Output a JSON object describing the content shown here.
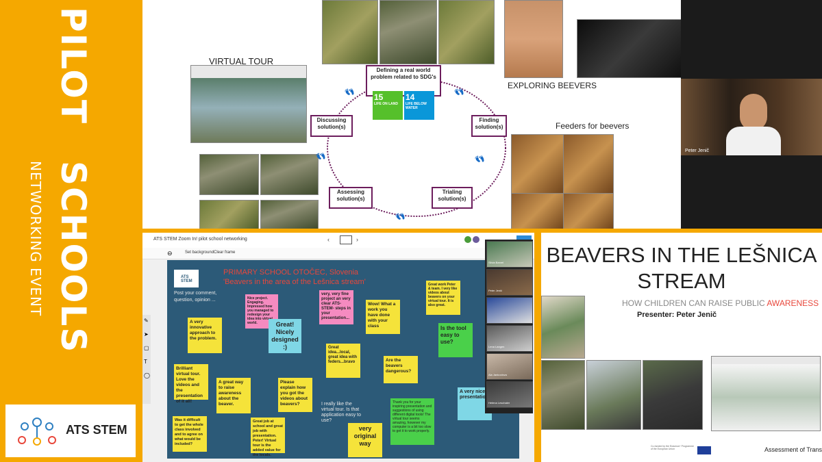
{
  "banner": {
    "title_line1": "PILOT",
    "title_line2": "SCHOOLS",
    "subtitle": "NETWORKING EVENT",
    "logo_text": "ATS STEM",
    "bg_color": "#f5a800"
  },
  "slide": {
    "virtual_tour": "VIRTUAL TOUR",
    "exploring": "EXPLORING BEEVERS",
    "feeders": "Feeders for beevers",
    "cycle": {
      "defining": "Defining a real world problem related to SDG's",
      "finding": "Finding solution(s)",
      "trialing": "Trialing solution(s)",
      "assessing": "Assessing solution(s)",
      "discussing": "Discussing solution(s)"
    },
    "sdg15": "15",
    "sdg15_label": "LIFE ON LAND",
    "sdg14": "14",
    "sdg14_label": "LIFE BELOW WATER",
    "accent": "#6c1d5c"
  },
  "video": {
    "name": "Peter Jenič"
  },
  "zoom": {
    "title": "ATS STEM Zoom In! pilot school networking",
    "set_background": "Set background",
    "clear_frame": "Clear frame",
    "board_header": "PRIMARY SCHOOL OTOČEC, Slovenia",
    "board_sub": "'Beavers in the area of the Lešnica stream'",
    "board_prompt": "Post your comment, question, opinion ...",
    "board_logo": "ATS STEM",
    "notes": [
      "Nice project. Engaging. Impressed how you managed to redesign your idea into virtual world.",
      "very, very fine project an very clear ATS-STEM- steps in your presentation...",
      "Great work Peter & team. I very like videos about beavers on your virtual tour. It is also great.",
      "A very innovative approach to the problem.",
      "Great! Nicely designed :)",
      "Wow! What a work you have done with your class",
      "Is the tool easy to use?",
      "Brilliant virtual tour. Love the videos and the presentation of it all!",
      "Great idea...local, great idea with feders...bravo",
      "Are the beavers dangerous?",
      "A great way to raise awareness about the beaver.",
      "Please explain how you got the videos about beavers?",
      "I really like the virtual tour. Is that application easy to use?",
      "Thank you for your inspiring presentation and suggestions of using different digital tools! The virtual tour seems amazing, however my computer is a bit too slow to get it to work properly.",
      "A very nice presentation",
      "Was it difficult to get the whole class involved and to agree on what would be included?",
      "Great job at school and great job with presentation. Peter! Virtual tour is the added value for the locals.",
      "very original way"
    ],
    "participants": [
      "Silvia Barvel",
      "Peter Jenič",
      "",
      "Lena Langen",
      "Ala Jankovlova",
      "Helena Leschaler",
      ""
    ]
  },
  "beaver_slide": {
    "title": "BEAVERS IN THE LEŠNICA STREAM",
    "subtitle_prefix": "HOW CHILDREN CAN RAISE PUBLIC ",
    "subtitle_accent": "AWARENESS",
    "presenter": "Presenter: Peter Jenič",
    "footer_left": "Co-funded by the Erasmus+ Programme of the European Union",
    "footer_right": "Assessment of Transve",
    "accent_color": "#e8473b"
  }
}
